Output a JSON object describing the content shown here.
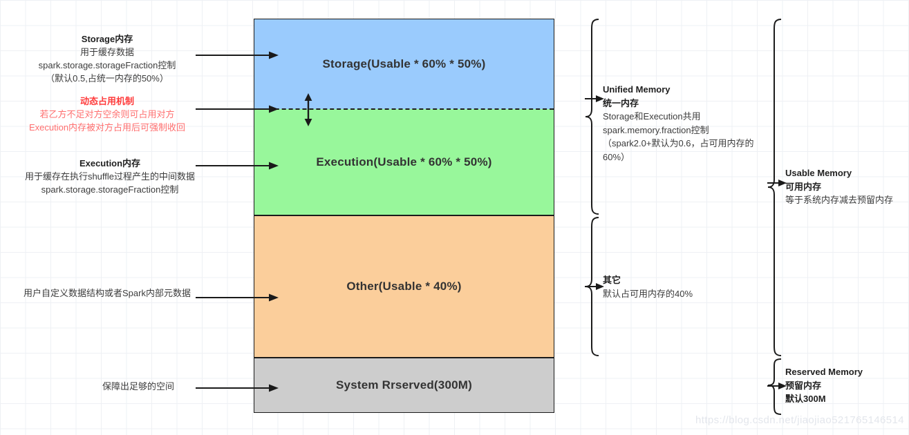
{
  "diagram": {
    "title": "Spark Memory Model",
    "colors": {
      "storage": "#9ACBFD",
      "execution": "#98F79B",
      "other": "#FBCE9B",
      "reserved": "#CDCDCD",
      "stroke": "#1a1a1a",
      "text": "#333333",
      "red_accent": "#ff3b3b"
    }
  },
  "blocks": {
    "storage": {
      "label": "Storage(Usable * 60% * 50%)"
    },
    "execution": {
      "label": "Execution(Usable * 60% * 50%)"
    },
    "other": {
      "label": "Other(Usable * 40%)"
    },
    "reserved": {
      "label": "System Rrserved(300M)"
    }
  },
  "left_notes": {
    "storage": {
      "heading": "Storage内存",
      "line1": "用于缓存数据",
      "line2": "spark.storage.storageFraction控制",
      "line3": "（默认0.5,占统一内存的50%）"
    },
    "dynamic": {
      "heading": "动态占用机制",
      "line1": "若乙方不足对方空余则可占用对方",
      "line2": "Execution内存被对方占用后可强制收回"
    },
    "execution": {
      "heading": "Execution内存",
      "line1": "用于缓存在执行shuffle过程产生的中间数据",
      "line2": "spark.storage.storageFraction控制"
    },
    "other": {
      "line1": "用户自定义数据结构或者Spark内部元数据"
    },
    "reserved": {
      "line1": "保障出足够的空间"
    }
  },
  "right_notes": {
    "unified": {
      "heading": "Unified Memory",
      "line1": "统一内存",
      "line2": "Storage和Execution共用",
      "line3": "spark.memory.fraction控制",
      "line4": "（spark2.0+默认为0.6，占可用内存的",
      "line5": "60%）"
    },
    "other": {
      "heading": "其它",
      "line1": "默认占可用内存的40%"
    },
    "usable": {
      "heading": "Usable Memory",
      "line1": "可用内存",
      "line2": "等于系统内存减去预留内存"
    },
    "reserved": {
      "heading": "Reserved Memory",
      "line1": "预留内存",
      "line2": "默认300M"
    }
  },
  "watermark": {
    "text": "https://blog.csdn.net/jiaojiao521765146514"
  }
}
